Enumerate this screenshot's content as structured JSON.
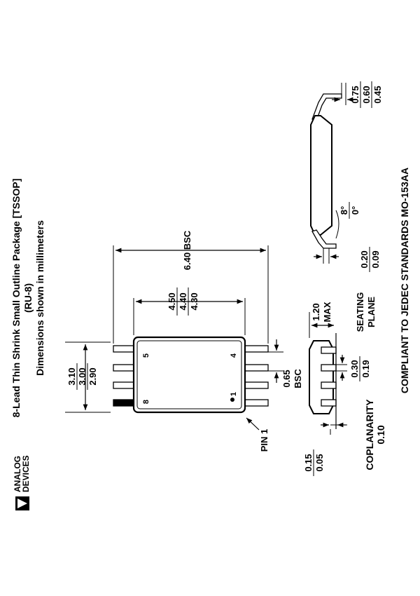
{
  "logo": {
    "line1": "ANALOG",
    "line2": "DEVICES"
  },
  "header": {
    "title": "8-Lead Thin Shrink Small Outline Package [TSSOP]",
    "code": "(RU-8)",
    "units": "Dimensions shown in millimeters"
  },
  "top_view": {
    "pins": {
      "p1": "1",
      "p4": "4",
      "p5": "5",
      "p8": "8"
    },
    "pin1_label": "PIN 1",
    "length": {
      "max": "3.10",
      "nom": "3.00",
      "min": "2.90"
    },
    "body_width": {
      "max": "4.50",
      "nom": "4.40",
      "min": "4.30"
    },
    "lead_span": "6.40 BSC",
    "pitch": {
      "value": "0.65",
      "suffix": "BSC"
    }
  },
  "side_view": {
    "height": {
      "value": "1.20",
      "suffix": "MAX"
    },
    "seating": {
      "line1": "SEATING",
      "line2": "PLANE"
    },
    "lead_width": {
      "max": "0.30",
      "min": "0.19"
    },
    "standoff": {
      "max": "0.15",
      "min": "0.05"
    },
    "coplanarity": {
      "label": "COPLANARITY",
      "value": "0.10"
    }
  },
  "end_view": {
    "lead_thickness": {
      "max": "0.20",
      "min": "0.09"
    },
    "angle": {
      "max": "8°",
      "min": "0°"
    },
    "foot_length": {
      "max": "0.75",
      "nom": "0.60",
      "min": "0.45"
    }
  },
  "footer": {
    "compliance": "COMPLIANT TO JEDEC STANDARDS MO-153AA"
  }
}
